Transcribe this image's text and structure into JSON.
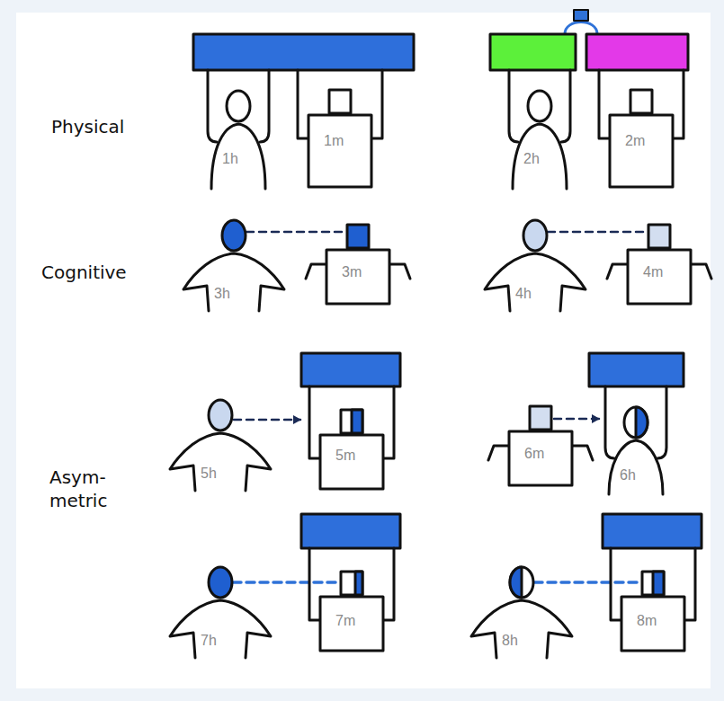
{
  "diagram": {
    "labels": [
      "Physical",
      "1h",
      "1m",
      "2h",
      "2m",
      "Cognitive",
      "3h",
      "3m",
      "4h",
      "4m",
      "Asym- metric",
      "5h",
      "5m",
      "6m",
      "6h",
      "7h",
      "7m",
      "8h",
      "8m"
    ]
  }
}
